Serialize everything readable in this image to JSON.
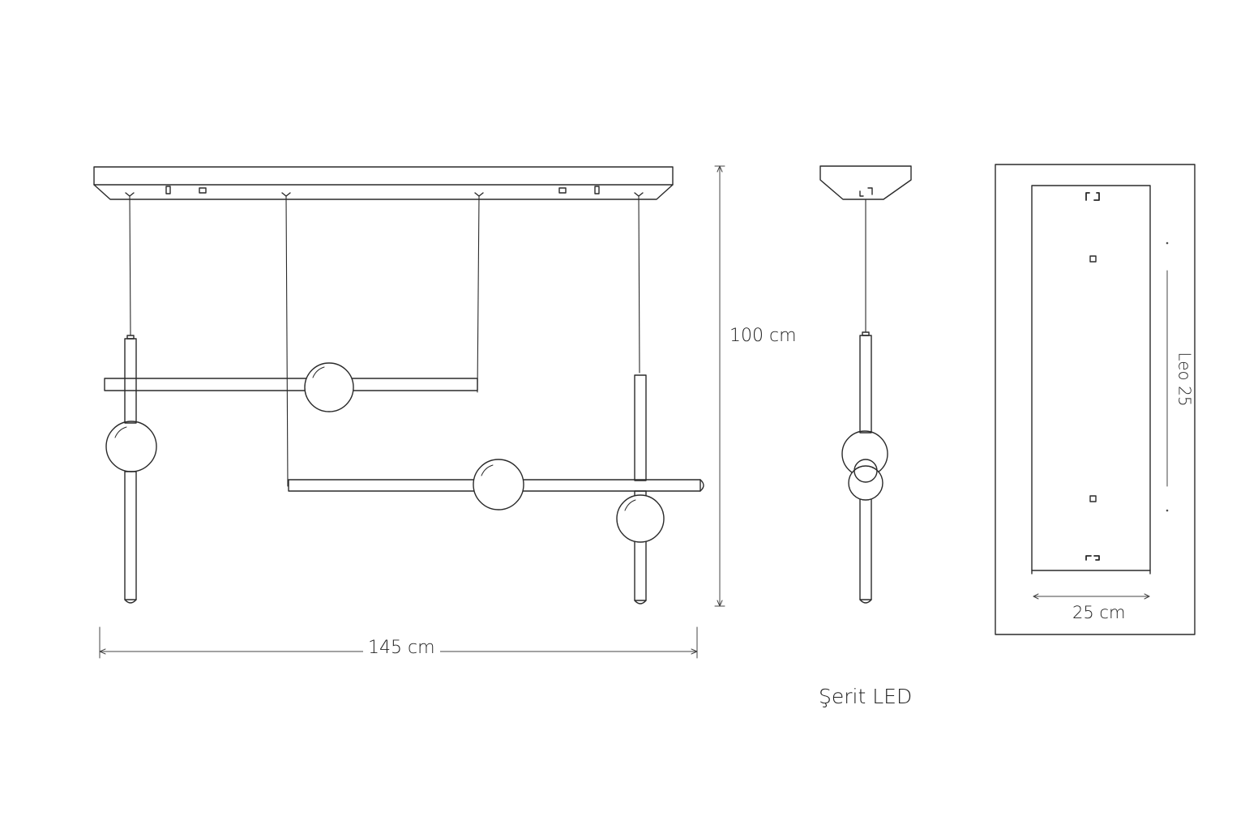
{
  "labels": {
    "height": "100 cm",
    "width": "145 cm",
    "canopy_width": "25 cm",
    "canopy_length_rotated": "Leo 25",
    "caption": "Şerit LED"
  },
  "views": [
    "front-view",
    "side-view",
    "top-view"
  ],
  "colors": {
    "line": "#2a2a2a",
    "background": "#ffffff",
    "dimension": "#444444"
  }
}
